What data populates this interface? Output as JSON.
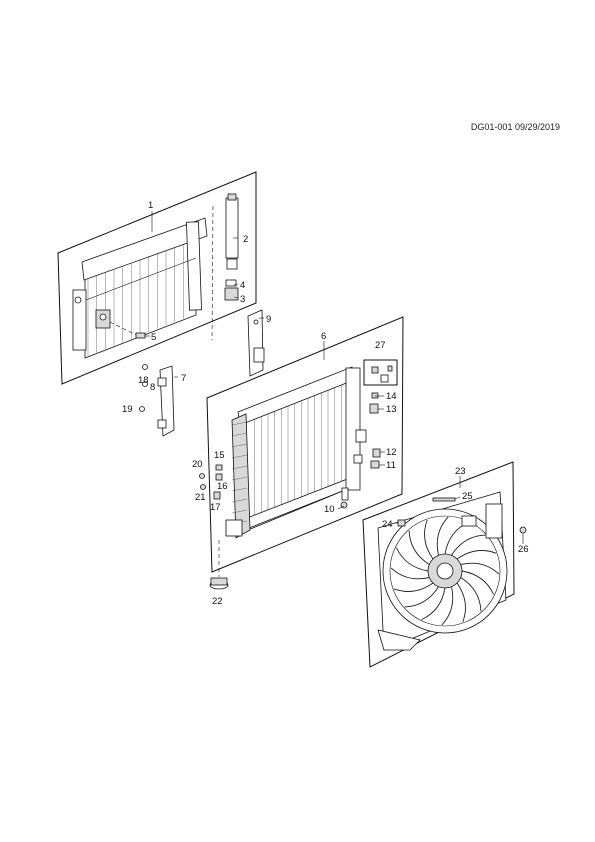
{
  "document": {
    "id": "DG01-001 09/29/2019"
  },
  "callouts": [
    "1",
    "2",
    "3",
    "4",
    "5",
    "6",
    "7",
    "8",
    "9",
    "10",
    "11",
    "12",
    "13",
    "14",
    "15",
    "16",
    "17",
    "18",
    "19",
    "20",
    "21",
    "22",
    "23",
    "24",
    "25",
    "26",
    "27"
  ]
}
